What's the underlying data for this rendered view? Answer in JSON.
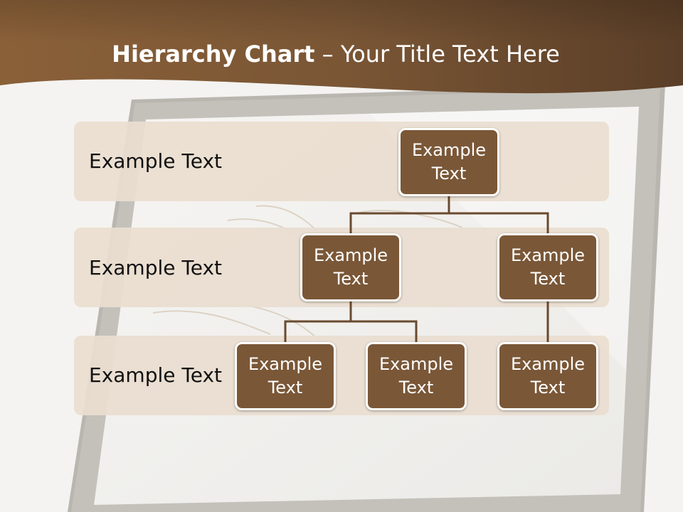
{
  "title": {
    "bold_part": "Hierarchy Chart",
    "regular_part": " – Your Title Text Here"
  },
  "levels": [
    {
      "label": "Example Text"
    },
    {
      "label": "Example Text"
    },
    {
      "label": "Example Text"
    }
  ],
  "nodes": {
    "root": "Example Text",
    "level2_left": "Example Text",
    "level2_right": "Example Text",
    "level3_a": "Example Text",
    "level3_b": "Example Text",
    "level3_c": "Example Text"
  },
  "colors": {
    "header_brown": "#7a5737",
    "node_fill": "#7a5737",
    "band_fill": "#e9ded0",
    "connector": "#6a4a2e"
  }
}
